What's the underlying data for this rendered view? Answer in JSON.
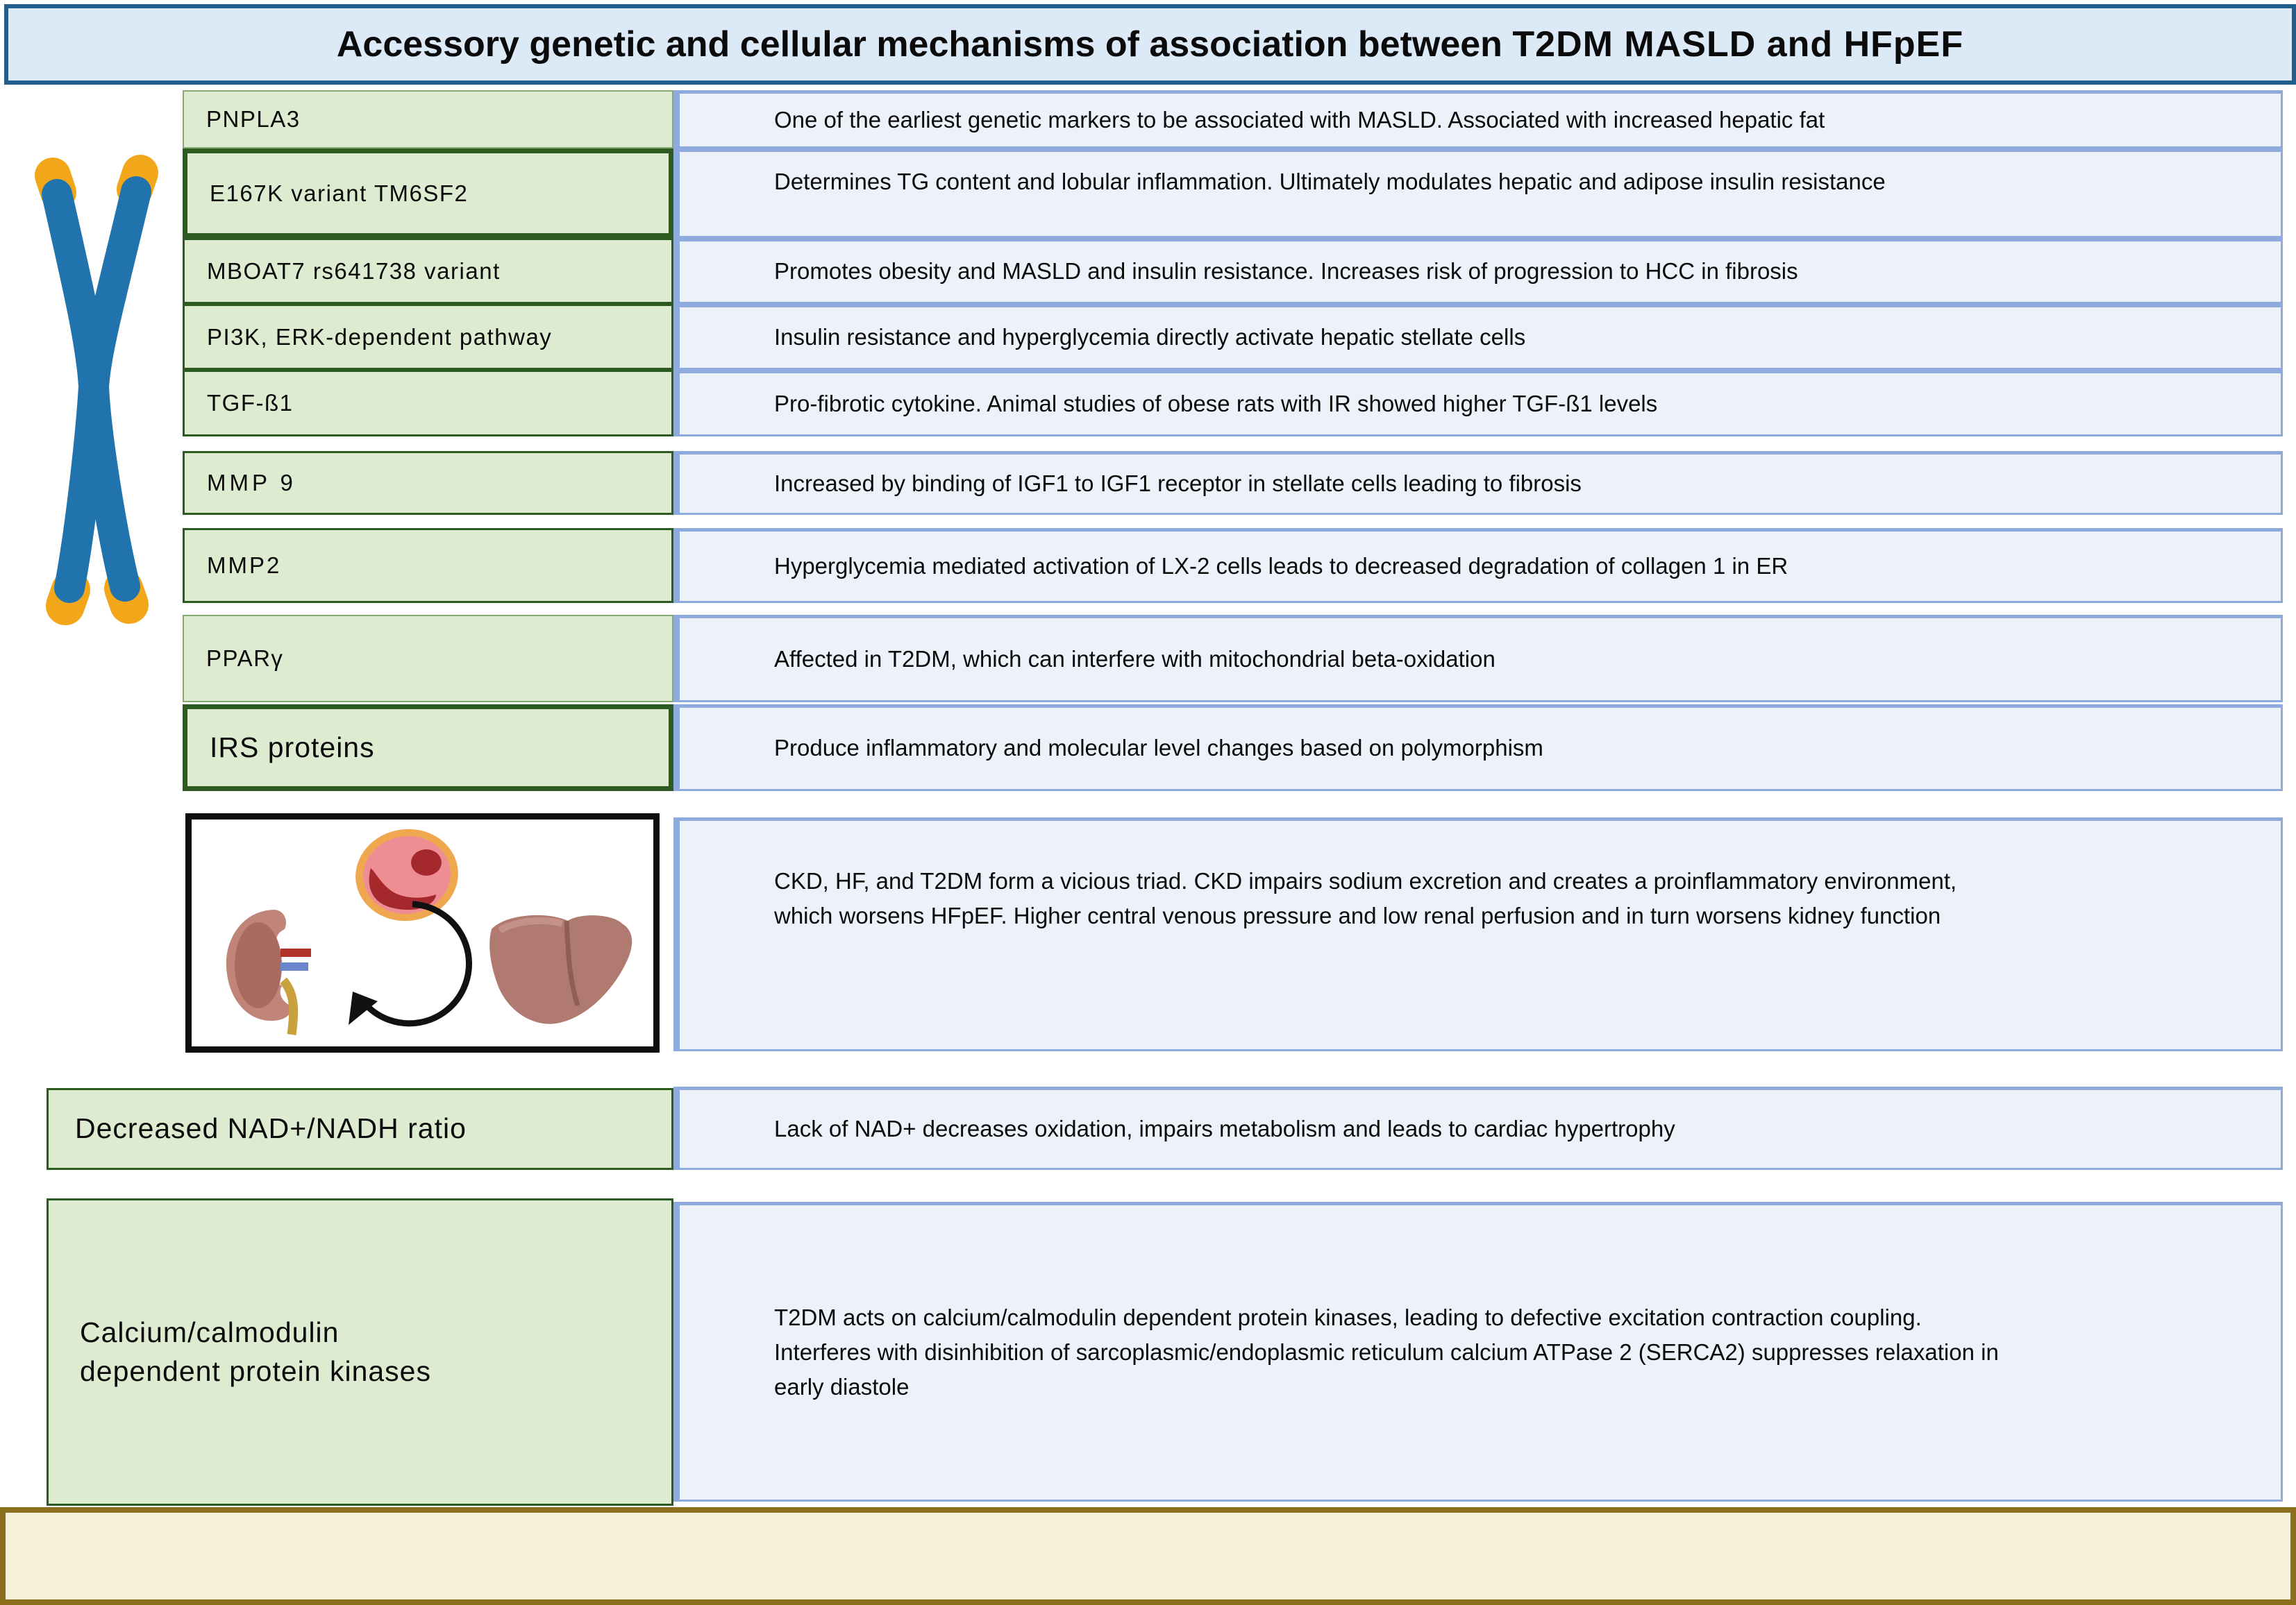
{
  "title": {
    "prefix": "Accessory genetic and cellular mechanisms of association between ",
    "emphasis": "T2DM MASLD and HFpEF"
  },
  "genetic_rows": [
    {
      "label": "PNPLA3",
      "desc": "One of the earliest genetic markers to be associated with MASLD. Associated with increased hepatic fat"
    },
    {
      "label": "E167K variant TM6SF2",
      "desc": "Determines TG content and lobular inflammation. Ultimately modulates hepatic and adipose insulin resistance"
    },
    {
      "label": "MBOAT7 rs641738 variant",
      "desc": "Promotes obesity and MASLD and insulin resistance. Increases risk of progression to HCC in fibrosis"
    },
    {
      "label": "PI3K, ERK-dependent pathway",
      "desc": "Insulin resistance and hyperglycemia directly activate hepatic stellate cells"
    },
    {
      "label": "TGF-ß1",
      "desc": "Pro-fibrotic cytokine. Animal studies of obese rats with IR showed higher TGF-ß1 levels"
    },
    {
      "label": "MMP 9",
      "desc": "Increased by binding of IGF1 to IGF1 receptor in stellate cells leading to fibrosis"
    },
    {
      "label": "MMP2",
      "desc": "Hyperglycemia mediated activation of LX-2  cells leads to decreased degradation of collagen 1 in ER"
    },
    {
      "label": "PPARγ",
      "desc": "Affected in T2DM, which can interfere with mitochondrial beta-oxidation"
    },
    {
      "label": "IRS proteins",
      "desc": "Produce inflammatory and molecular level changes based on polymorphism"
    }
  ],
  "triad": {
    "desc": "CKD, HF, and T2DM form a vicious triad. CKD impairs sodium excretion and creates a proinflammatory environment, which worsens HFpEF. Higher central venous pressure and low renal perfusion and in turn worsens kidney function",
    "icons": [
      "heart-cross-section-icon",
      "kidney-icon",
      "liver-icon",
      "cycle-arrow-icon"
    ]
  },
  "nad_row": {
    "label": "Decreased NAD+/NADH ratio",
    "desc": "Lack of NAD+ decreases oxidation, impairs metabolism and leads to cardiac hypertrophy"
  },
  "calcium_row": {
    "label": "Calcium/calmodulin dependent protein kinases",
    "desc": "T2DM acts on calcium/calmodulin dependent protein kinases, leading to defective excitation contraction coupling. Interferes with  disinhibition of sarcoplasmic/endoplasmic reticulum calcium ATPase 2 (SERCA2) suppresses relaxation in early diastole"
  },
  "left_illustration": {
    "icon": "chromosome-x-icon"
  },
  "colors": {
    "title_fill": "#dce9f7",
    "title_border": "#215e8c",
    "green_fill": "#ddecd0",
    "green_border": "#2d5a21",
    "blue_fill": "#edf2fa",
    "blue_border": "#8faadc",
    "yellow_fill": "#f5f2d8",
    "gold_border": "#8b6f1d",
    "chromosome_blue": "#2173ae",
    "telomere_orange": "#f2a71b"
  }
}
